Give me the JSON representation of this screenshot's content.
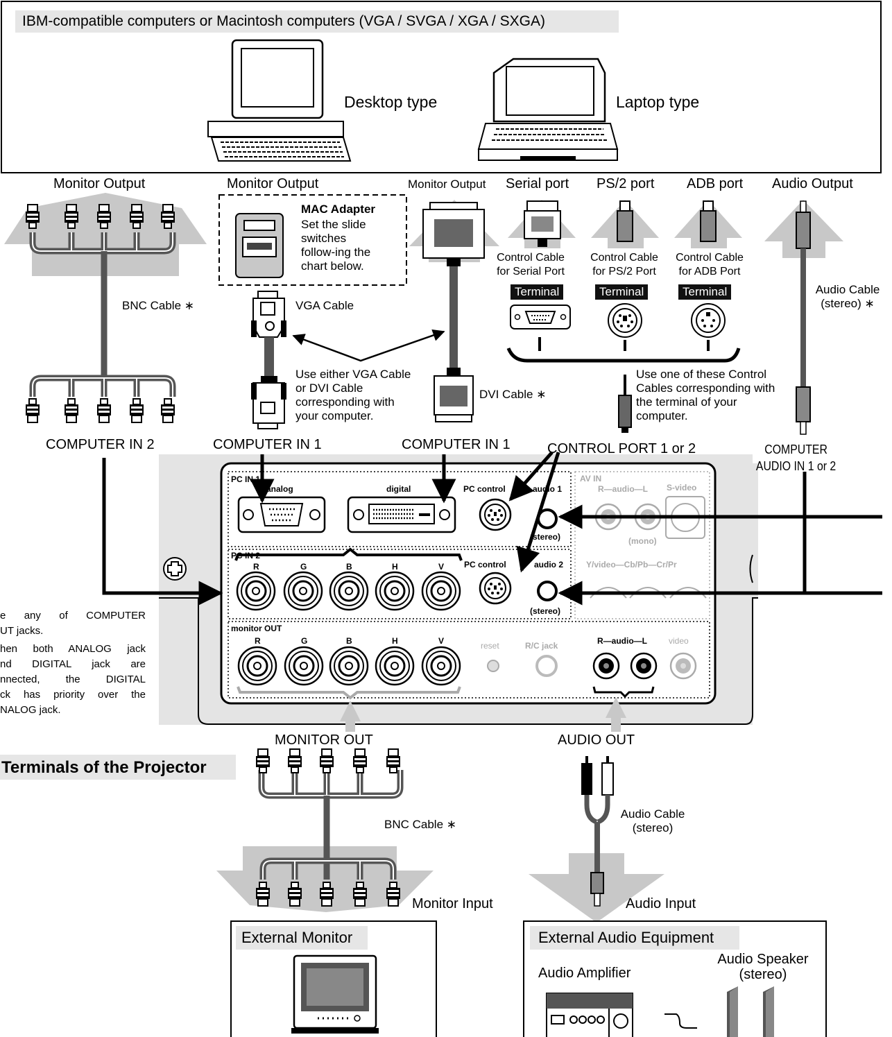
{
  "top_box": {
    "title": "IBM-compatible computers or Macintosh computers (VGA / SVGA / XGA / SXGA)",
    "desktop_label": "Desktop type",
    "laptop_label": "Laptop type"
  },
  "outputs": {
    "monitor_output_1": "Monitor Output",
    "monitor_output_2": "Monitor Output",
    "monitor_output_3": "Monitor Output",
    "serial_port": "Serial port",
    "ps2_port": "PS/2 port",
    "adb_port": "ADB port",
    "audio_output": "Audio Output"
  },
  "mac_adapter": {
    "title": "MAC Adapter",
    "text": "Set the slide switches follow-ing the chart below."
  },
  "cables": {
    "bnc_cable_top": "BNC Cable ∗",
    "vga_cable": "VGA Cable",
    "dvi_cable": "DVI Cable ∗",
    "use_either": "Use either VGA Cable or DVI Cable corresponding with your computer.",
    "control_serial": "Control Cable for Serial Port",
    "control_ps2": "Control Cable for PS/2 Port",
    "control_adb": "Control Cable for ADB Port",
    "terminal": "Terminal",
    "use_one": "Use one of these Control Cables corresponding with the terminal of your computer.",
    "audio_cable_top": "Audio Cable (stereo) ∗",
    "bnc_cable_bottom": "BNC Cable ∗",
    "audio_cable_bottom": "Audio Cable (stereo)"
  },
  "inputs": {
    "computer_in_2": "COMPUTER IN 2",
    "computer_in_1a": "COMPUTER IN 1",
    "computer_in_1b": "COMPUTER IN 1",
    "control_port": "CONTROL PORT 1 or 2",
    "computer_audio_in": "COMPUTER AUDIO IN 1 or 2"
  },
  "panel": {
    "pc_in_1": "PC IN 1",
    "analog": "analog",
    "digital": "digital",
    "pc_control_1": "PC control",
    "audio_1": "audio 1",
    "stereo_1": "(stereo)",
    "av_in": "AV IN",
    "r_audio_l_av": "R—audio—L",
    "s_video": "S-video",
    "mono": "(mono)",
    "pc_in_2": "PC IN 2",
    "in2_r": "R",
    "in2_g": "G",
    "in2_b": "B",
    "in2_h": "H",
    "in2_v": "V",
    "pc_control_2": "PC control",
    "audio_2": "audio 2",
    "stereo_2": "(stereo)",
    "y_video": "Y/video—Cb/Pb—Cr/Pr",
    "monitor_out": "monitor OUT",
    "mo_r": "R",
    "mo_g": "G",
    "mo_b": "B",
    "mo_h": "H",
    "mo_v": "V",
    "reset": "reset",
    "rc_jack": "R/C jack",
    "r_audio_l_out": "R—audio—L",
    "video": "video"
  },
  "side_note": {
    "line1": "e any of COMPUTER",
    "line2": "UT jacks.",
    "line3": "hen both ANALOG jack",
    "line4": "nd DIGITAL jack are",
    "line5": "nnected, the DIGITAL",
    "line6": "ck has priority over the",
    "line7": "NALOG jack."
  },
  "section_title": "Terminals of the Projector",
  "bottom": {
    "monitor_out": "MONITOR OUT",
    "audio_out": "AUDIO OUT",
    "monitor_input": "Monitor Input",
    "audio_input": "Audio Input",
    "external_monitor": "External Monitor",
    "external_audio": "External Audio Equipment",
    "audio_amplifier": "Audio Amplifier",
    "audio_speaker": "Audio Speaker (stereo)"
  },
  "colors": {
    "arrow_gray": "#c8c8c8",
    "panel_gray": "#e4e4e4",
    "label_box_gray": "#e6e6e6",
    "ink": "#000000"
  }
}
